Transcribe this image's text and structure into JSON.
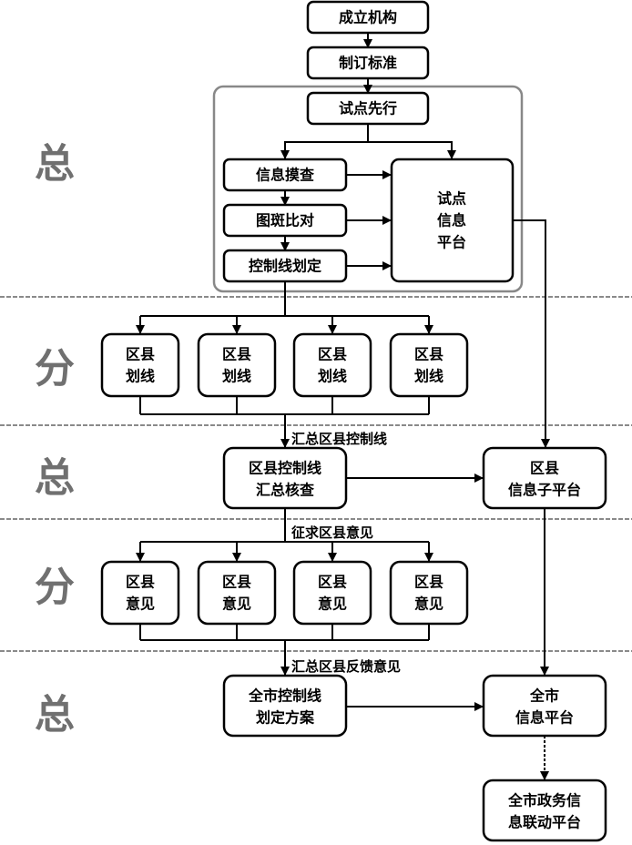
{
  "phases": [
    "总",
    "分",
    "总",
    "分",
    "总"
  ],
  "nodes": {
    "establish": "成立机构",
    "standard": "制订标准",
    "pilot": "试点先行",
    "survey": "信息摸查",
    "compare": "图斑比对",
    "delineate": "控制线划定",
    "pilot_platform": [
      "试点",
      "信息",
      "平台"
    ],
    "district_draw": [
      "区县",
      "划线"
    ],
    "district_summary": [
      "区县控制线",
      "汇总核查"
    ],
    "district_subplatform": [
      "区县",
      "信息子平台"
    ],
    "district_opinion": [
      "区县",
      "意见"
    ],
    "city_plan": [
      "全市控制线",
      "划定方案"
    ],
    "city_platform": [
      "全市",
      "信息平台"
    ],
    "gov_platform": [
      "全市政务信",
      "息联动平台"
    ]
  },
  "edge_labels": {
    "collect_lines": "汇总区县控制线",
    "solicit": "征求区县意见",
    "collect_feedback": "汇总区县反馈意见"
  }
}
